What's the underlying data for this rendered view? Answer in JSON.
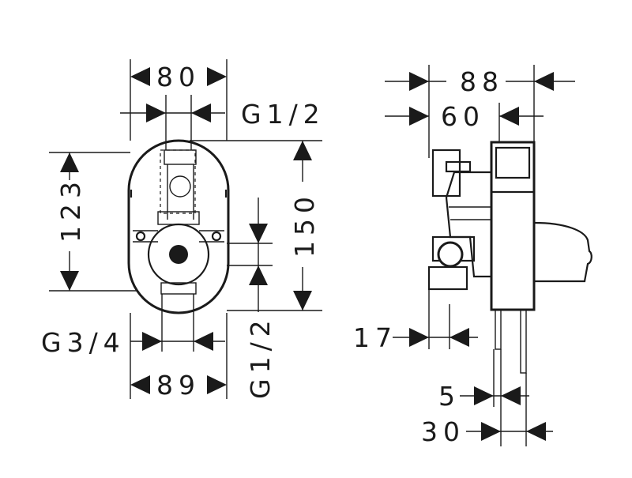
{
  "front_view": {
    "dim_top_width": "80",
    "dim_top_thread": "G1/2",
    "dim_left_height": "123",
    "dim_right_height": "150",
    "dim_bottom_thread_left": "G3/4",
    "dim_bottom_thread_right": "G1/2",
    "dim_bottom_width": "89"
  },
  "side_view": {
    "dim_overall_depth": "88",
    "dim_body_depth": "60",
    "dim_offset": "17",
    "dim_min": "5",
    "dim_max": "30"
  }
}
